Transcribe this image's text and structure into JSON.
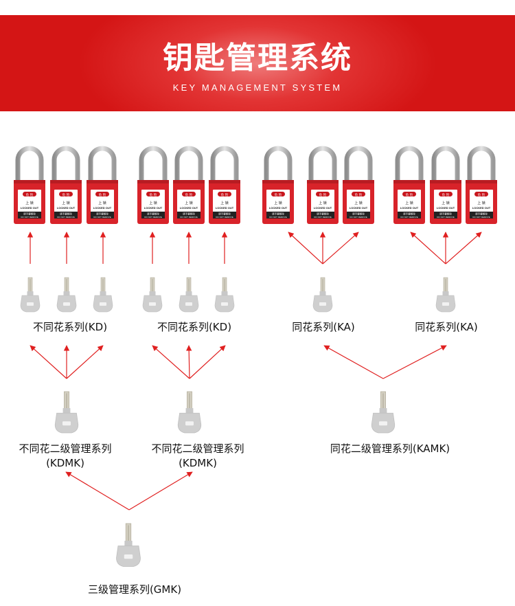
{
  "header": {
    "title": "钥匙管理系统",
    "subtitle": "KEY MANAGEMENT SYSTEM"
  },
  "lock": {
    "badge": "危 险",
    "line1": "上 锁",
    "line2": "LOCKED OUT",
    "line3": "请不要移除",
    "line4": "DO NOT REMOVE"
  },
  "labels": {
    "kd_1": "不同花系列(KD)",
    "kd_2": "不同花系列(KD)",
    "ka_1": "同花系列(KA)",
    "ka_2": "同花系列(KA)",
    "kdmk_1a": "不同花二级管理系列",
    "kdmk_1b": "(KDMK)",
    "kdmk_2a": "不同花二级管理系列",
    "kdmk_2b": "(KDMK)",
    "kamk": "同花二级管理系列(KAMK)",
    "gmk": "三级管理系列(GMK)"
  },
  "colors": {
    "banner": "#d41515",
    "lock_body": "#d8232a",
    "shackle": "#b8b8b8",
    "arrow": "#e02020",
    "key": "#cfcfcf"
  }
}
